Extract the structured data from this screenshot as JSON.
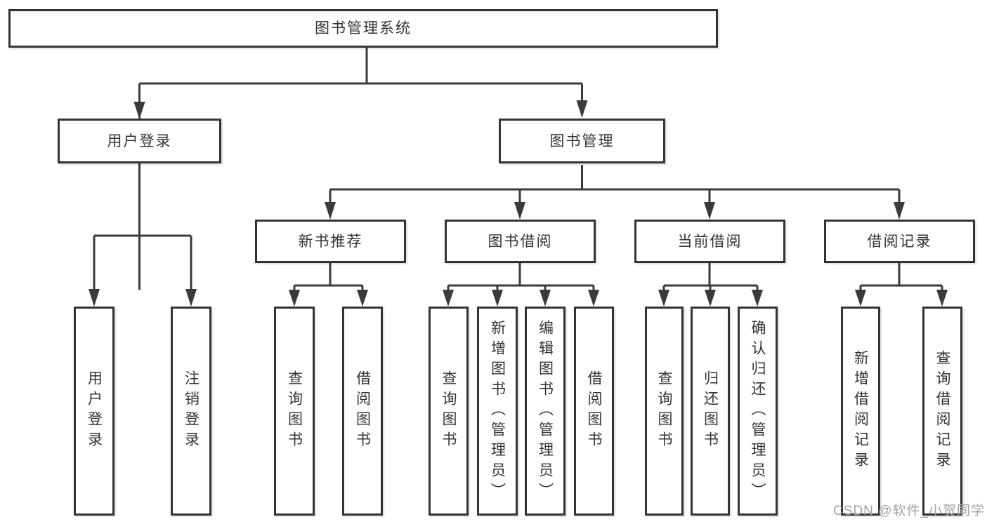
{
  "nodes": {
    "root": "图书管理系统",
    "user_login": "用户登录",
    "book_manage": "图书管理",
    "new_book": "新书推荐",
    "book_borrow": "图书借阅",
    "current_borrow": "当前借阅",
    "borrow_records": "借阅记录",
    "user_login_children": [
      "用户登录",
      "注销登录"
    ],
    "new_book_children": [
      "查询图书",
      "借阅图书"
    ],
    "book_borrow_children": [
      "查询图书",
      "新增图书（管理员）",
      "编辑图书（管理员）",
      "借阅图书"
    ],
    "current_borrow_children": [
      "查询图书",
      "归还图书",
      "确认归还（管理员）"
    ],
    "borrow_records_children": [
      "新增借阅记录",
      "查询借阅记录"
    ]
  },
  "watermark": "CSDN @软件_小贺同学",
  "colors": {
    "line": "#3a3a3a",
    "box_border": "#333333",
    "text": "#333333",
    "background": "#ffffff",
    "watermark": "#9da2a9"
  }
}
